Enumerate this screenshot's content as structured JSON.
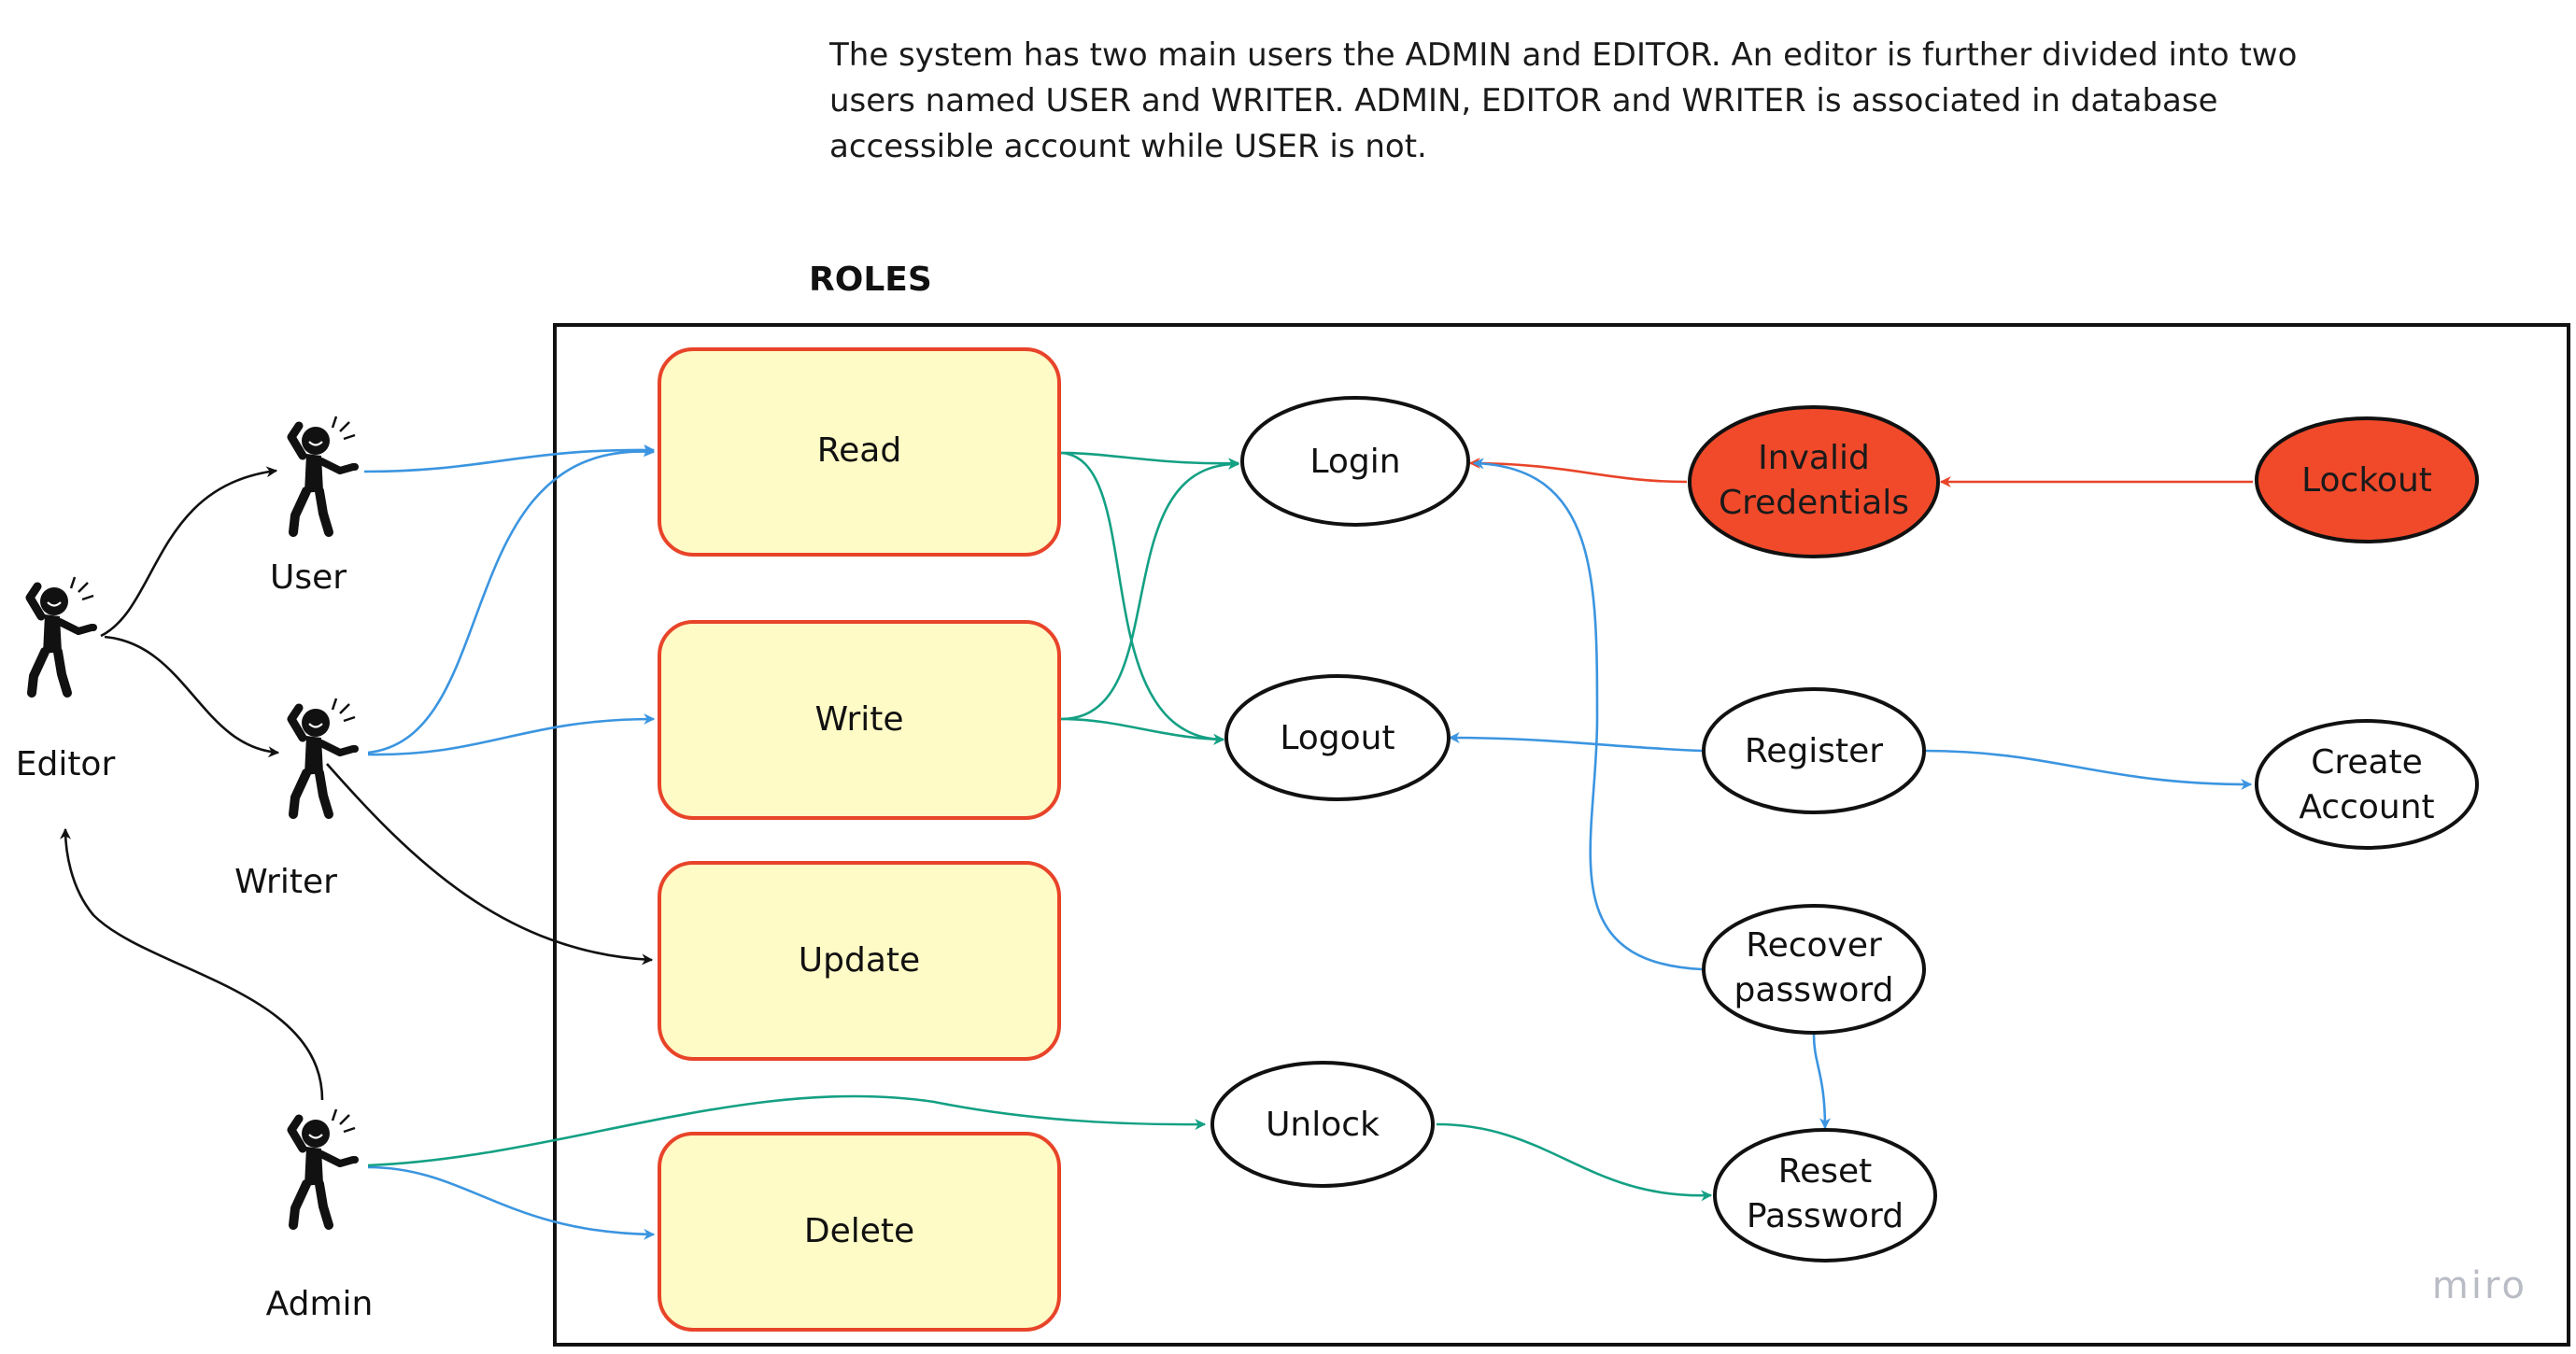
{
  "description": {
    "lines": [
      "The system has two main users the ADMIN and EDITOR. An editor is further divided into two",
      "users named USER and WRITER. ADMIN, EDITOR and WRITER is associated in database",
      "accessible account while USER is not."
    ]
  },
  "roles_title": "ROLES",
  "actors": {
    "editor": "Editor",
    "user": "User",
    "writer": "Writer",
    "admin": "Admin"
  },
  "roles": {
    "read": "Read",
    "write": "Write",
    "update": "Update",
    "delete": "Delete"
  },
  "actions": {
    "login": "Login",
    "logout": "Logout",
    "unlock": "Unlock",
    "invalid_credentials": [
      "Invalid",
      "Credentials"
    ],
    "lockout": "Lockout",
    "register": "Register",
    "create_account": [
      "Create",
      "Account"
    ],
    "recover_password": [
      "Recover",
      "password"
    ],
    "reset_password": [
      "Reset",
      "Password"
    ]
  },
  "watermark": "miro",
  "colors": {
    "role_fill": "#fffbc6",
    "role_border": "#e84429",
    "alert_fill": "#f04a2b",
    "edge_blue": "#3b95e0",
    "edge_green": "#14a084",
    "edge_red": "#e84429",
    "edge_black": "#111111"
  }
}
